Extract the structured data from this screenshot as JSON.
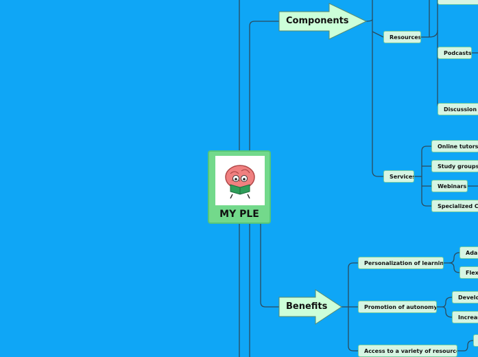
{
  "central": {
    "title": "MY PLE",
    "image": "reading-brain-icon"
  },
  "branches": {
    "components": "Components",
    "benefits": "Benefits"
  },
  "components": {
    "resources": "Resources",
    "podcasts": "Podcasts",
    "discussion": "Discussion fo",
    "services": "Services",
    "online_tutors": "Online tutors",
    "study_groups": "Study groups",
    "webinars": "Webinars",
    "specialized": "Specialized Con"
  },
  "benefits": {
    "personalization": "Personalization of learning",
    "adap": "Adap",
    "flexi": "Flexi",
    "autonomy": "Promotion of autonomy",
    "develop": "Develop",
    "increase": "Increase",
    "access": "Access to a variety of resources"
  },
  "colors": {
    "background": "#0fa6f6",
    "node_fill": "#d6f5e3",
    "node_border": "#74cfa1",
    "central_fill": "#73d98b",
    "arrow_fill": "#ccffd9",
    "line": "#2b4a5c"
  }
}
